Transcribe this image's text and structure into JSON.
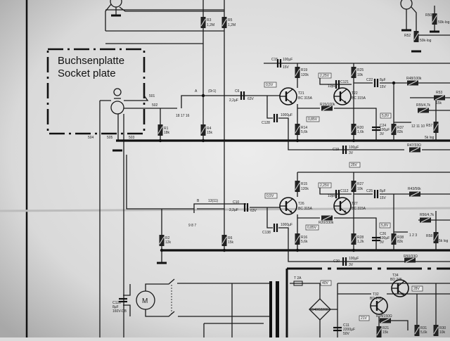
{
  "socket_box": {
    "title_de": "Buchsenplatte",
    "title_en": "Socket plate"
  },
  "switch_labels": [
    "501",
    "502",
    "503",
    "504",
    "505"
  ],
  "top": {
    "r3": "R3",
    "r3v": "1,2M",
    "r5": "R5",
    "r5v": "1,2M",
    "r50": "R50",
    "r50v": "50k-log",
    "r52": "R52",
    "r52v": "50k-log"
  },
  "ch1": {
    "pins": "18 17 16",
    "pointA": "A",
    "dr1": "(Dr1)",
    "c6": "C6",
    "c6v": "2,2µF",
    "c6u": "63V",
    "r1": "R1",
    "r1v": "18k",
    "r4": "R4",
    "r4v": "15k",
    "v1": "0,5V",
    "v2": "2,25V",
    "v3": "0,85V",
    "v4": "5,8V",
    "c15": "C15",
    "c15v": "100µF",
    "c15u": "15V",
    "r19": "R19",
    "r19v": "120k",
    "r25": "R25",
    "r25v": "10k",
    "t21": "T21",
    "t21t": "BC 315A",
    "t22": "T22",
    "t22t": "BC 315A",
    "c21": "C121",
    "c21v": "10pF",
    "c22": "C22",
    "c22v": "8µF",
    "c22u": "15V",
    "r48": "R48/100k",
    "r53": "R53",
    "r53v": "15k",
    "r55": "R55/4,7k",
    "pins2": "12 11 10",
    "r57": "R57",
    "r57v": "5k log",
    "r15": "R15/100k",
    "c128": "C128",
    "c128v": "1000µF",
    "r14": "R14",
    "r14v": "5,6k",
    "r20": "R20",
    "r20v": "1,6k",
    "c24": "C24",
    "c24v": "100µF",
    "c24u": "3V",
    "r37": "R37",
    "r37v": "82k",
    "c19": "C19",
    "c19v": "100µF",
    "c19u": "3V",
    "r47": "R47/33Ω"
  },
  "ch2": {
    "pins": "9 8 7",
    "pointB": "B",
    "dr": "13(11)",
    "c10": "C10",
    "c10v": "2,2µF",
    "c10u": "63V",
    "r2": "R2",
    "r2v": "12k",
    "r6": "R6",
    "r6v": "15k",
    "v0": "25V",
    "v1": "0,5V",
    "v2": "2,25V",
    "v3": "0,85V",
    "v4": "5,8V",
    "r15": "R15",
    "r15v": "120k",
    "r27": "R27",
    "r27v": "10k",
    "t26": "T26",
    "t26t": "BC 315A",
    "t27": "T27",
    "t27t": "BC 315A",
    "c12": "C112",
    "c12v": "10pF",
    "c25": "C25",
    "c25v": "8µF",
    "c25u": "15V",
    "r43": "R43/56k",
    "r56": "R56/4,7k",
    "pins2": "1 2 3",
    "r20": "R20/330k",
    "c138": "C138",
    "c138v": "1000µF",
    "r16": "R16",
    "r16v": "5,6k",
    "r28": "R28",
    "r28v": "1,2k",
    "c26": "C26",
    "c26v": "100µF",
    "c26u": "3V",
    "r38": "R38",
    "r38v": "82k",
    "r58": "R58",
    "r58v": "5k log",
    "c20": "C20",
    "c20v": "100µF",
    "c20u": "3V",
    "r50": "R50/33Ω"
  },
  "power": {
    "motor": "M",
    "c120": "C120",
    "c120v": "8µF",
    "c120u": "160V-DB",
    "fuse": "T 2A",
    "v40": "40V",
    "bridge": "B40C2200",
    "t34": "T34",
    "t34t": "BD 245",
    "v28": "28V",
    "t32": "T32",
    "t32t": "BD 242",
    "v21": "21V",
    "r34": "R34/150Ω",
    "r21": "R21",
    "r21v": "15k",
    "c11": "C11",
    "c11v": "2200µF",
    "c11u": "50V",
    "ra": "R31",
    "rav": "5,6k",
    "rb": "R30",
    "rbv": "10k"
  }
}
